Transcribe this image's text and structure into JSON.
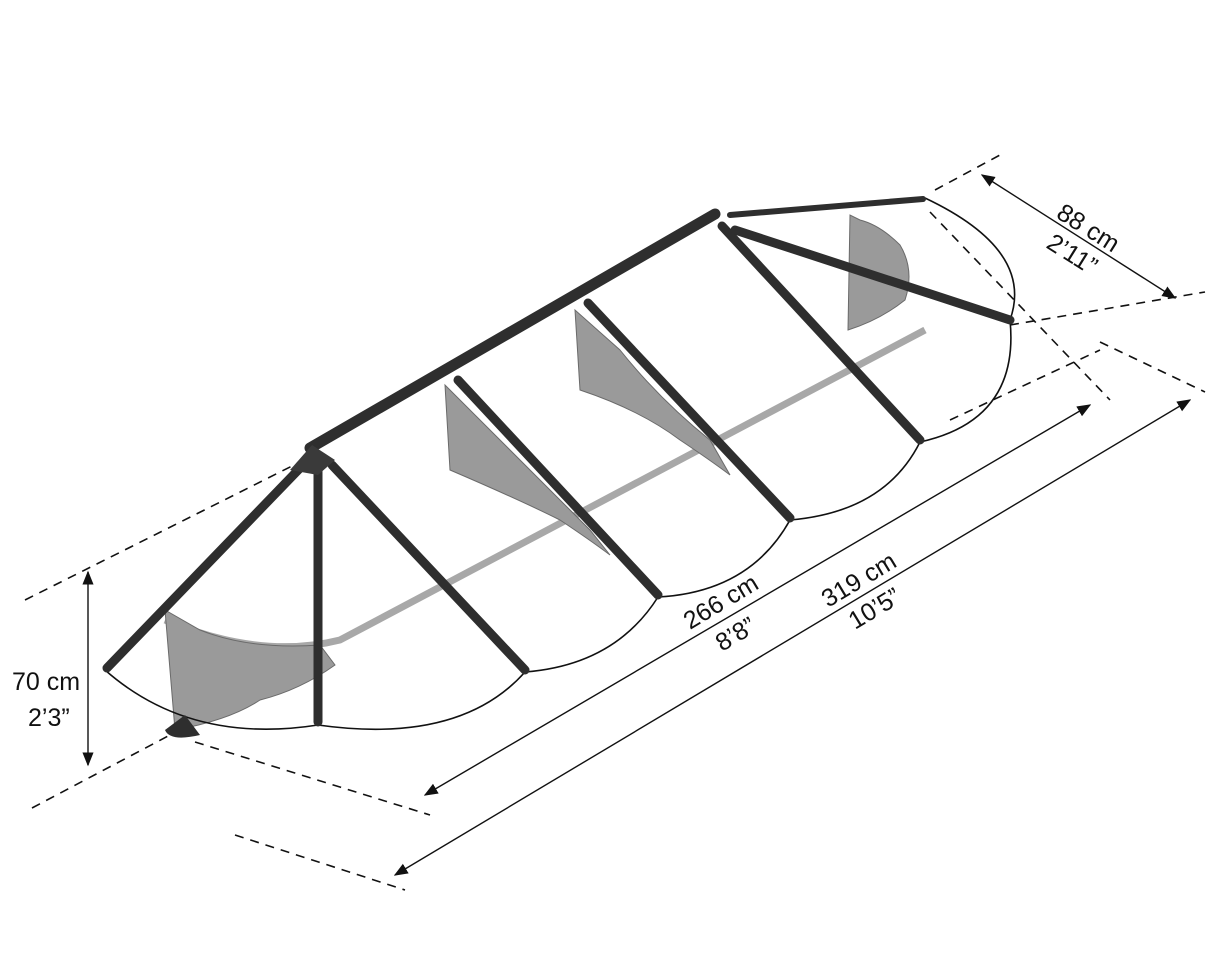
{
  "dimensions": {
    "depth": {
      "metric": "88 cm",
      "imperial": "2’11”"
    },
    "inner_width": {
      "metric": "266 cm",
      "imperial": "8’8”"
    },
    "outer_width": {
      "metric": "319 cm",
      "imperial": "10’5”"
    },
    "height": {
      "metric": "70 cm",
      "imperial": "2’3”"
    }
  },
  "colors": {
    "frame": "#2e2e2e",
    "bracket": "#9a9a9a",
    "lines": "#111111"
  }
}
